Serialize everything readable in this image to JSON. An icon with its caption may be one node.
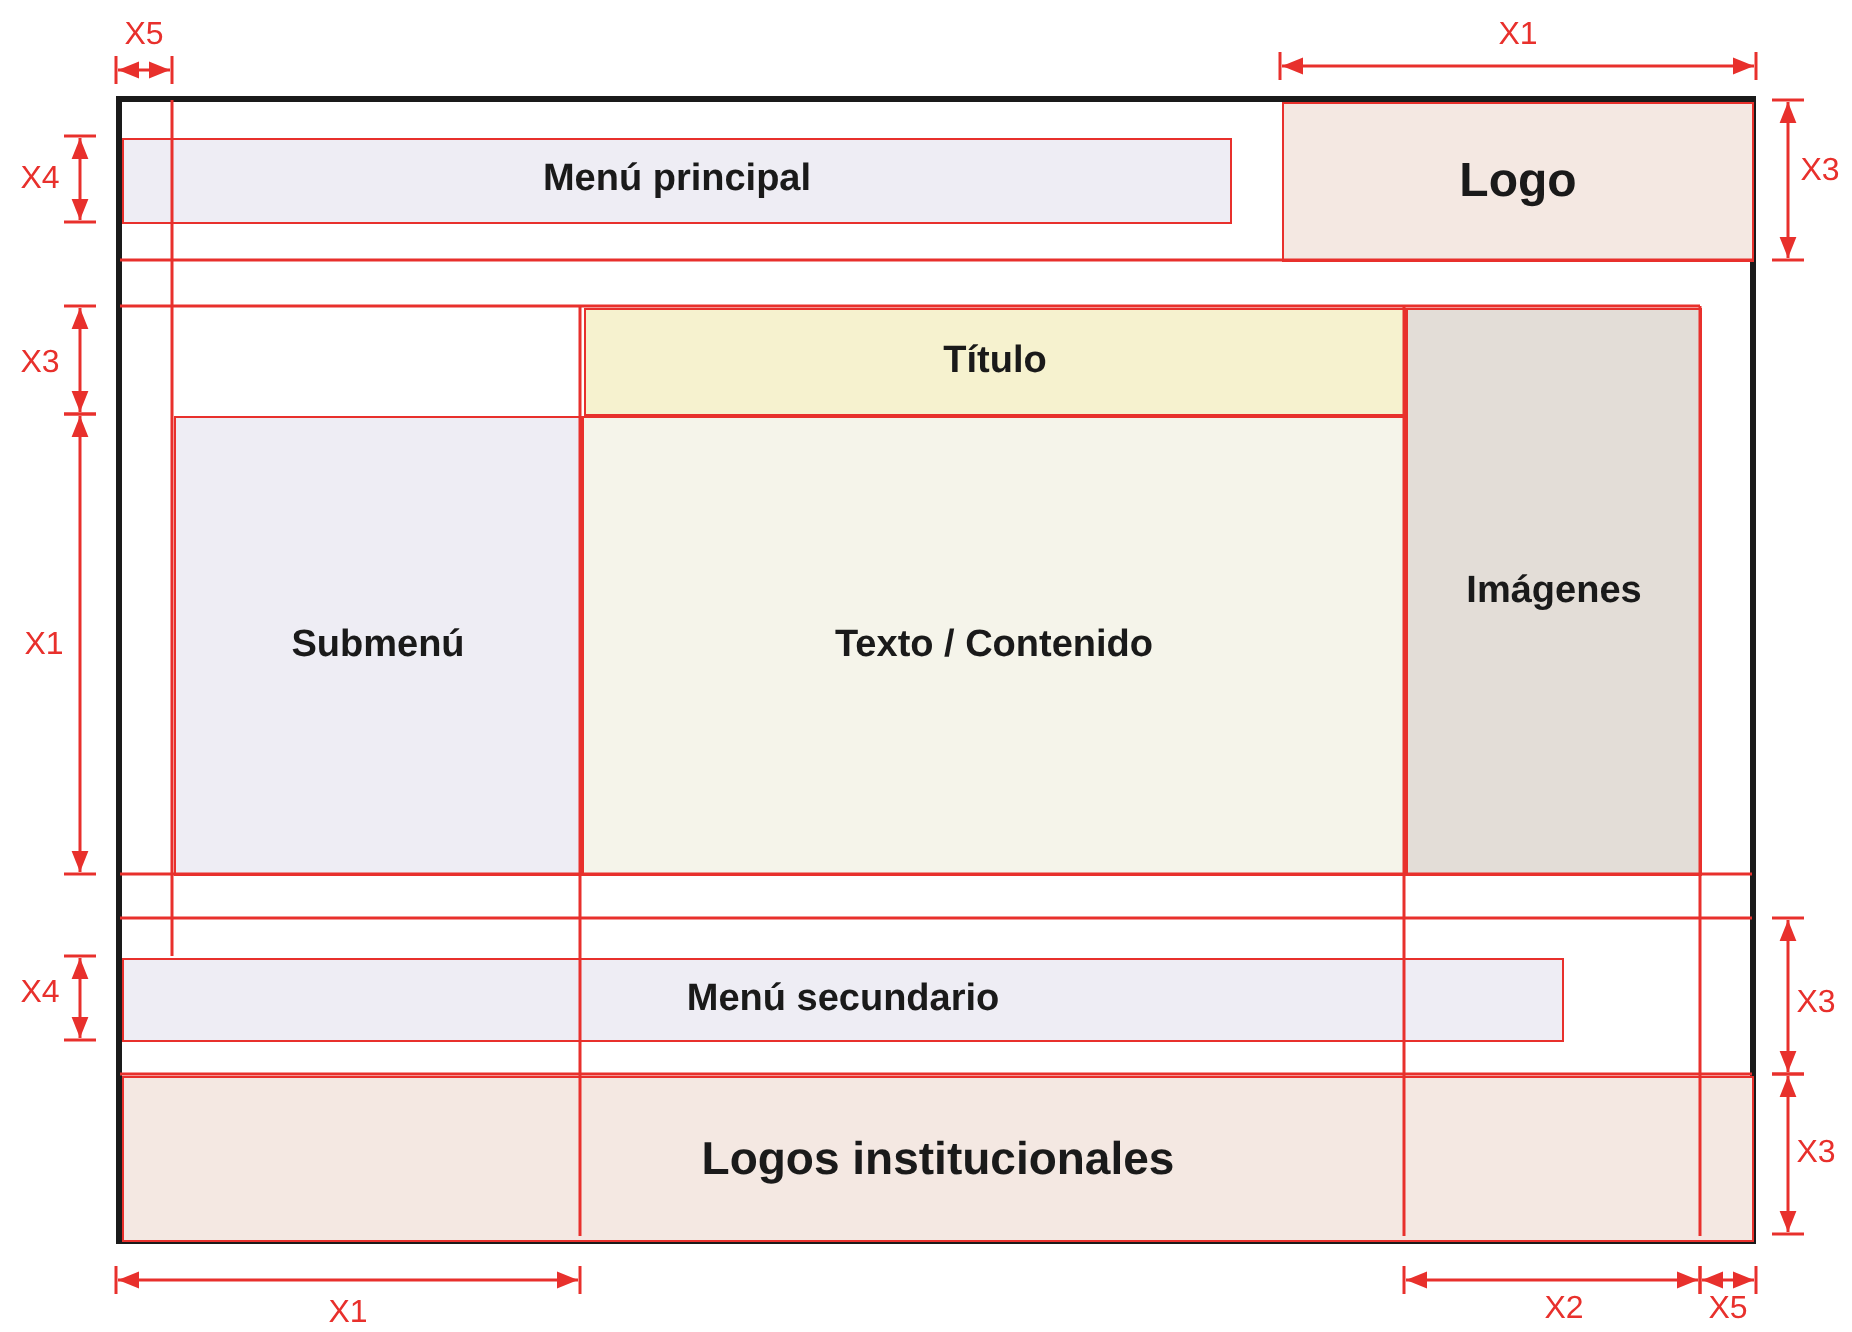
{
  "diagram": {
    "nodes": [
      {
        "text": [],
        "shape": "box"
      },
      {
        "text": [
          "Menú principal"
        ],
        "in": 0
      },
      {
        "text": [
          "Logo"
        ],
        "in": 0
      },
      {
        "text": [
          "Título"
        ],
        "in": 0
      },
      {
        "text": [
          "Submenú"
        ],
        "in": 0
      },
      {
        "text": [
          "Texto / Contenido"
        ],
        "in": 0
      },
      {
        "text": [
          "Imágenes"
        ],
        "in": 0
      },
      {
        "text": [
          "Menú secundario"
        ],
        "in": 0
      },
      {
        "text": [
          "Logos institucionales"
        ],
        "in": 0
      }
    ],
    "labels": [
      "X5",
      "X1",
      "X4",
      "X3",
      "X3",
      "X1",
      "X3",
      "X4",
      "X3",
      "X1",
      "X2",
      "X5"
    ]
  }
}
